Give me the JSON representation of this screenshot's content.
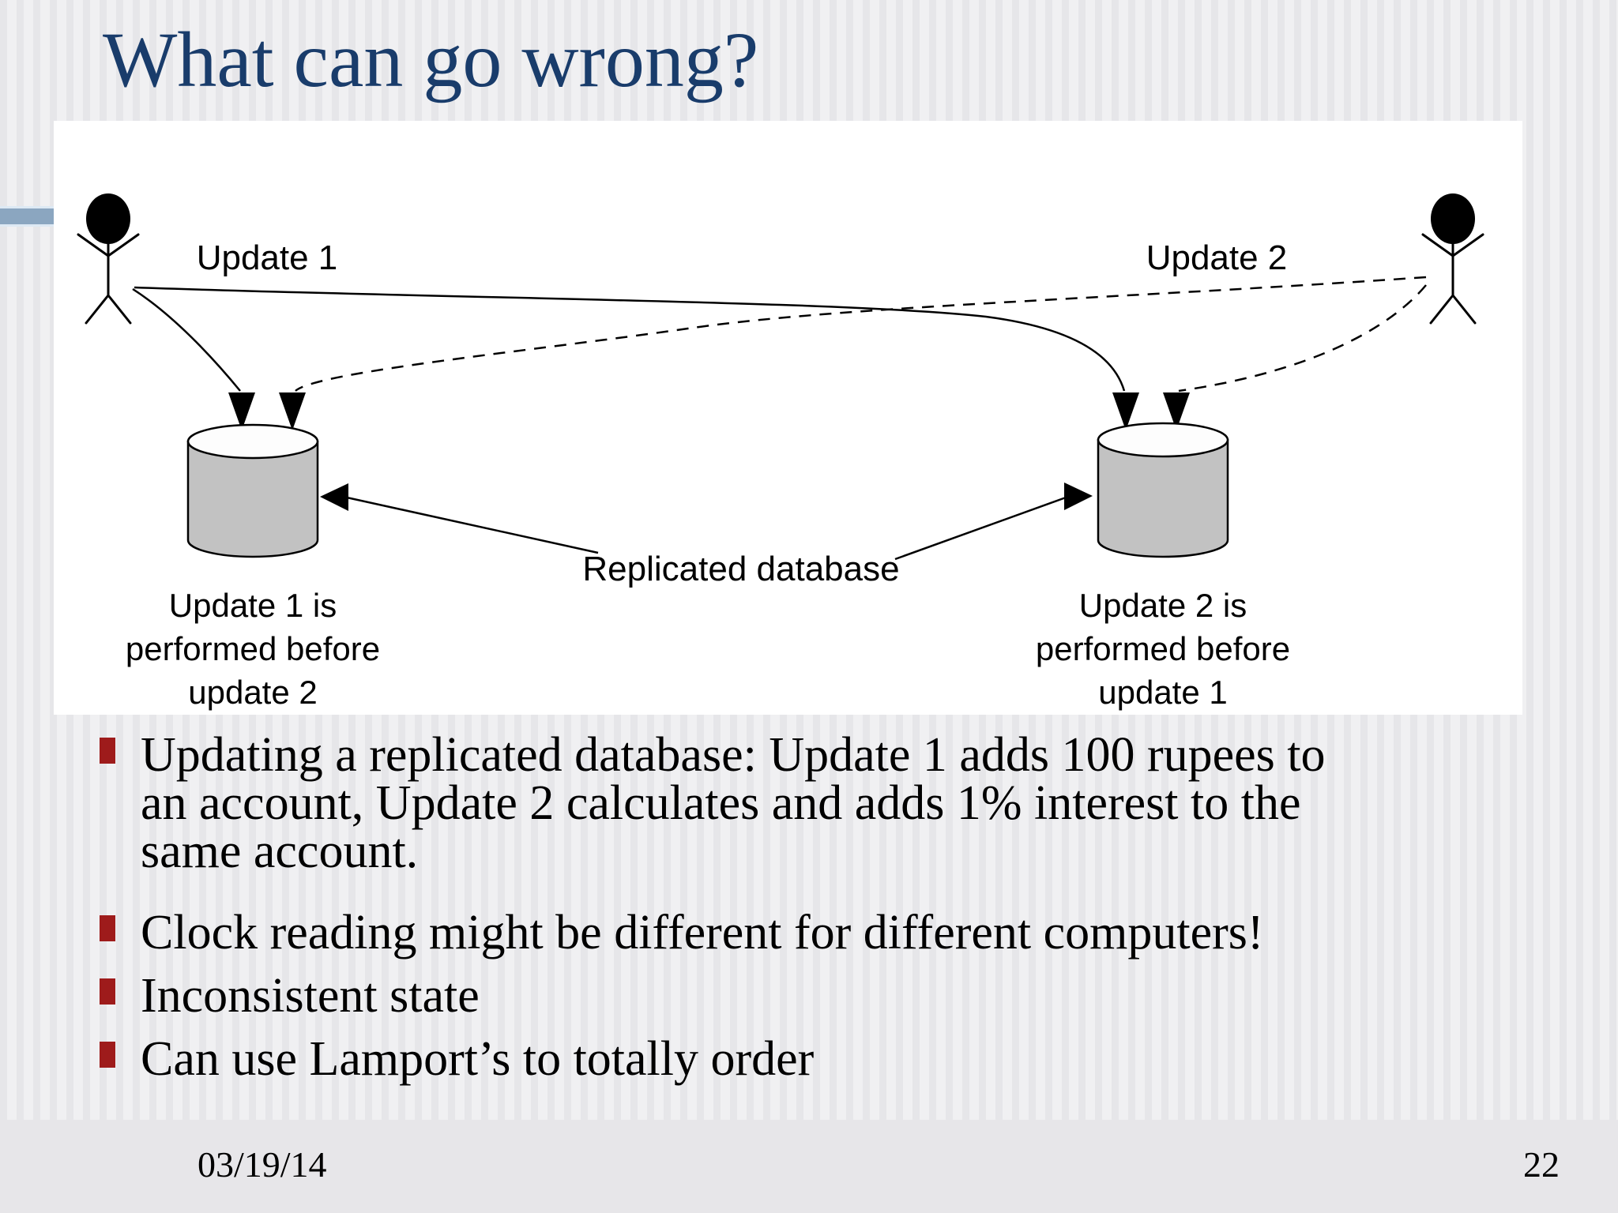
{
  "slide": {
    "title": "What can go wrong?",
    "diagram": {
      "update1_label": "Update 1",
      "update2_label": "Update 2",
      "replicated_db_label": "Replicated database",
      "left_db_caption_lines": [
        "Update 1 is",
        "performed before",
        "update 2"
      ],
      "right_db_caption_lines": [
        "Update 2 is",
        "performed before",
        "update 1"
      ]
    },
    "bullets": [
      {
        "lines": [
          "Updating a replicated database: Update 1 adds 100 rupees to",
          "an account, Update 2 calculates and adds 1% interest to the",
          "same account."
        ]
      },
      {
        "lines": [
          "Clock reading might be different for different computers!"
        ]
      },
      {
        "lines": [
          "Inconsistent state"
        ]
      },
      {
        "lines": [
          "Can use Lamport’s to totally order"
        ]
      }
    ],
    "footer": {
      "date": "03/19/14",
      "page_number": "22"
    },
    "colors": {
      "title_text": "#193c6b",
      "bullet_marker": "#9e1b1b",
      "accent_bar": "#8ba6c0",
      "db_cylinder_fill": "#c2c2c2",
      "panel_background": "#ffffff"
    }
  }
}
